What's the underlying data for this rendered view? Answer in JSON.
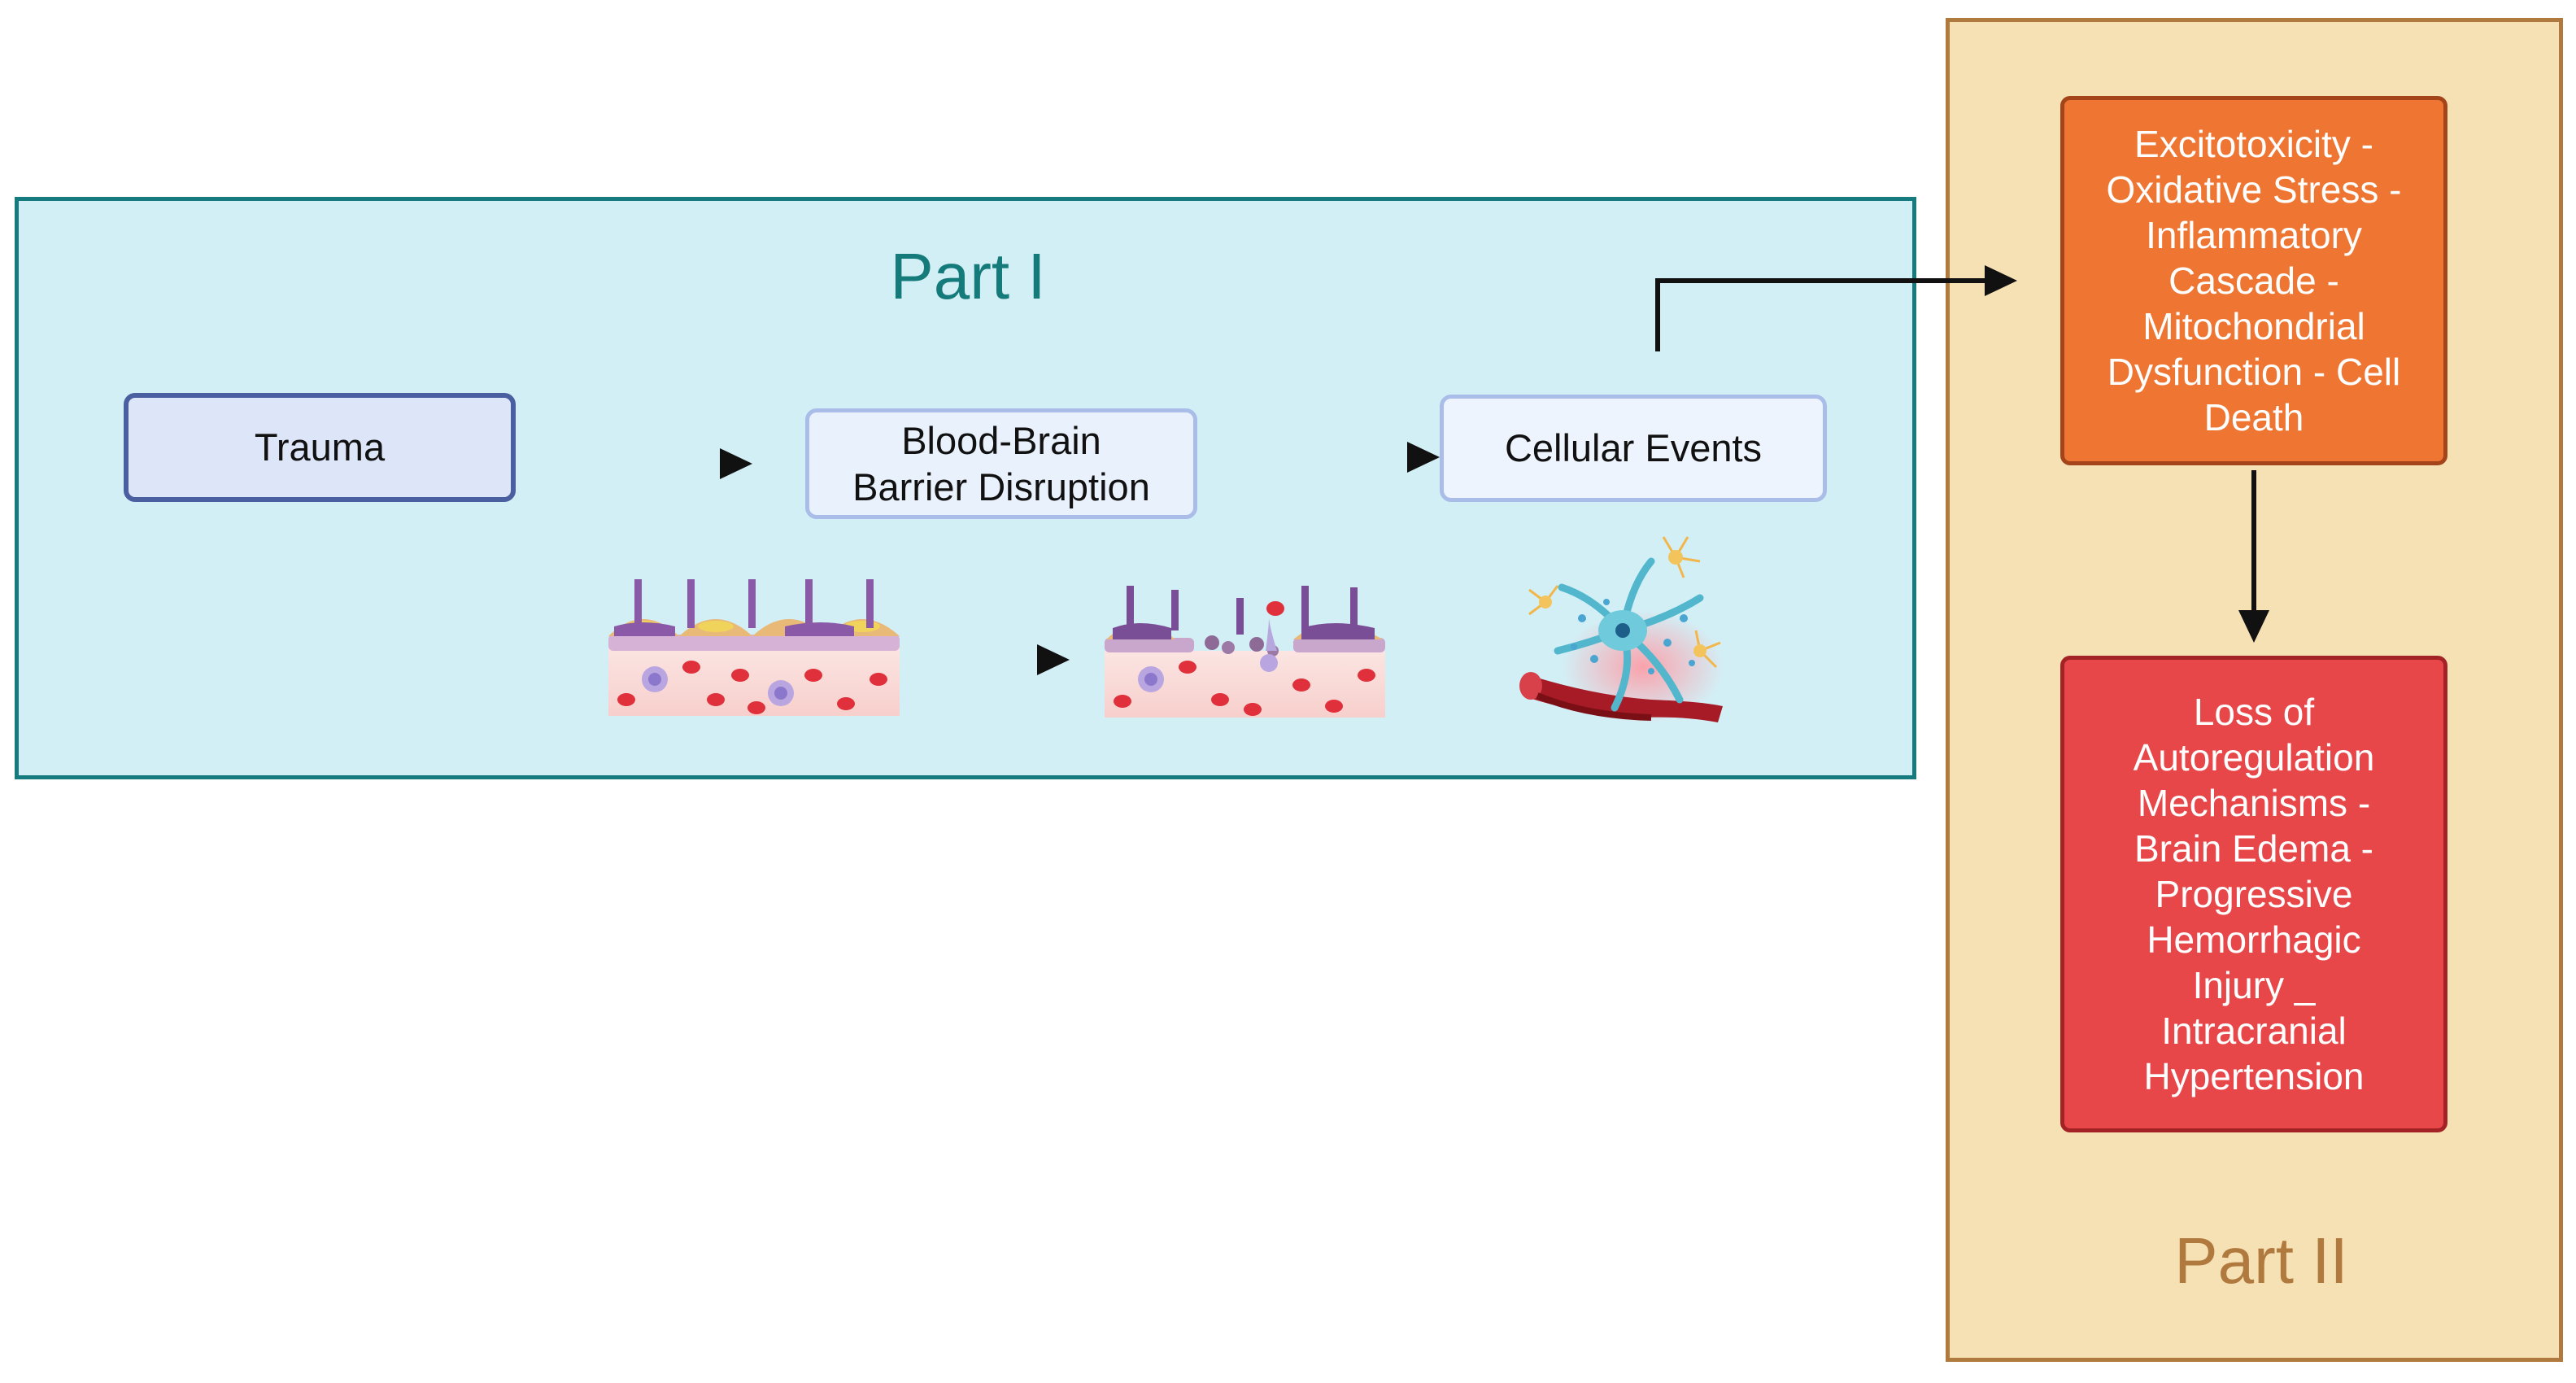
{
  "part1": {
    "title": "Part I",
    "background": "#d3eff6",
    "border": "#167b7f"
  },
  "part2": {
    "title": "Part II",
    "background": "#f6e1b4",
    "border": "#b07a3e"
  },
  "nodes": {
    "trauma": {
      "label": "Trauma"
    },
    "bbb": {
      "lines": [
        "Blood-Brain",
        "Barrier Disruption"
      ]
    },
    "cellular": {
      "label": "Cellular Events"
    },
    "excito": {
      "lines": [
        "Excitotoxicity -",
        "Oxidative Stress -",
        "Inflammatory",
        "Cascade -",
        "Mitochondrial",
        "Dysfunction - Cell",
        "Death"
      ],
      "color": "#ee7632"
    },
    "loss": {
      "lines": [
        "Loss of",
        "Autoregulation",
        "Mechanisms -",
        "Brain Edema -",
        "Progressive",
        "Hemorrhagic",
        "Injury _",
        "Intracranial",
        "Hypertension"
      ],
      "color": "#e8474a"
    }
  },
  "icons": [
    "intact-blood-brain-barrier-icon",
    "disrupted-blood-brain-barrier-icon",
    "neuron-blood-vessel-icon"
  ]
}
